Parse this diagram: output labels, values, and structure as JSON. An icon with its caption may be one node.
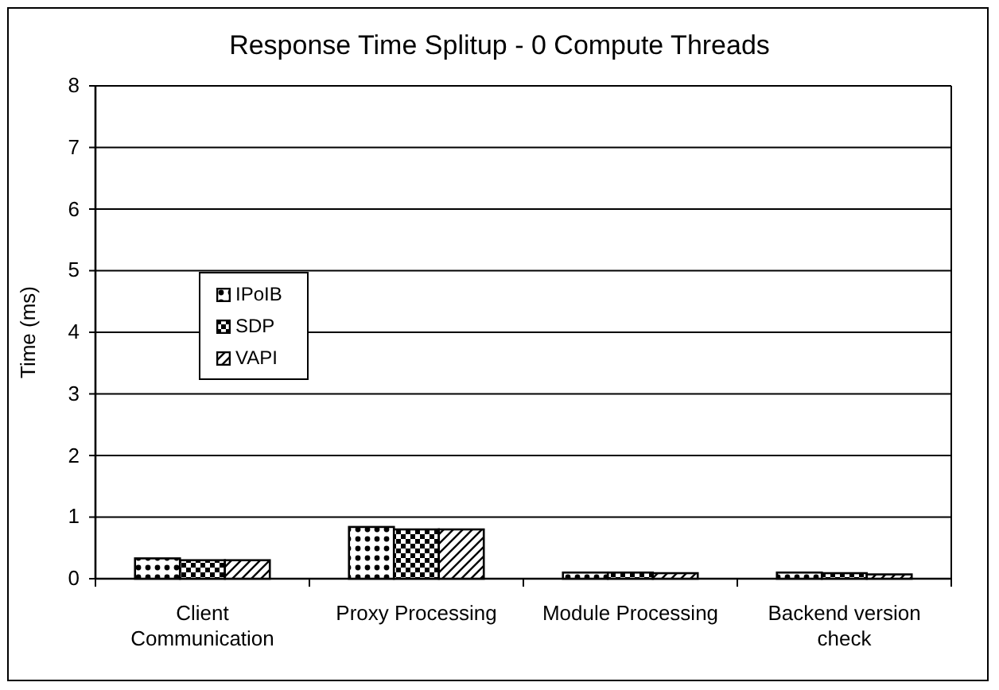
{
  "diagram": {
    "chart_data": {
      "type": "bar",
      "title": "Response Time Splitup - 0 Compute Threads",
      "ylabel": "Time (ms)",
      "categories": [
        "Client Communication",
        "Proxy Processing",
        "Module Processing",
        "Backend version check"
      ],
      "series": [
        {
          "name": "IPoIB",
          "color": "#000000",
          "values": [
            0.33,
            0.84,
            0.1,
            0.1
          ]
        },
        {
          "name": "SDP",
          "color": "#000000",
          "values": [
            0.3,
            0.8,
            0.1,
            0.09
          ]
        },
        {
          "name": "VAPI",
          "color": "#000000",
          "values": [
            0.3,
            0.8,
            0.09,
            0.07
          ]
        }
      ],
      "grid": true,
      "legend": true,
      "ylim": [
        0,
        8
      ],
      "yticks": [
        0,
        1,
        2,
        3,
        4,
        5,
        6,
        7,
        8
      ]
    }
  }
}
